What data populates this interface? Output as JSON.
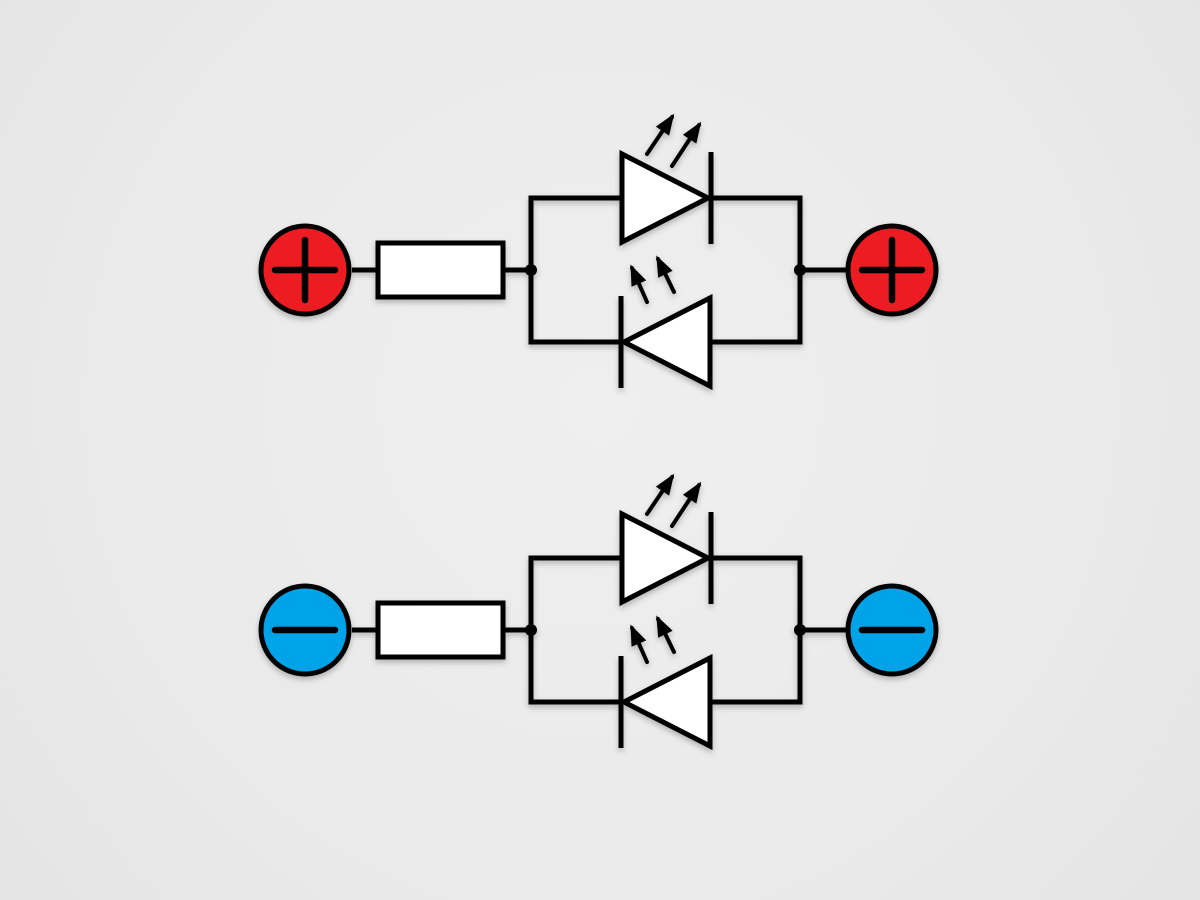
{
  "diagram": {
    "background_color": "#ececec",
    "wire_color": "#000000",
    "component_fill": "#ffffff",
    "circuits": [
      {
        "id": "positive",
        "terminal_symbol": "plus",
        "terminal_color": "#ed1c24",
        "components": [
          "resistor",
          "led-forward",
          "led-reverse"
        ]
      },
      {
        "id": "negative",
        "terminal_symbol": "minus",
        "terminal_color": "#00a2e8",
        "components": [
          "resistor",
          "led-forward",
          "led-reverse"
        ]
      }
    ]
  }
}
